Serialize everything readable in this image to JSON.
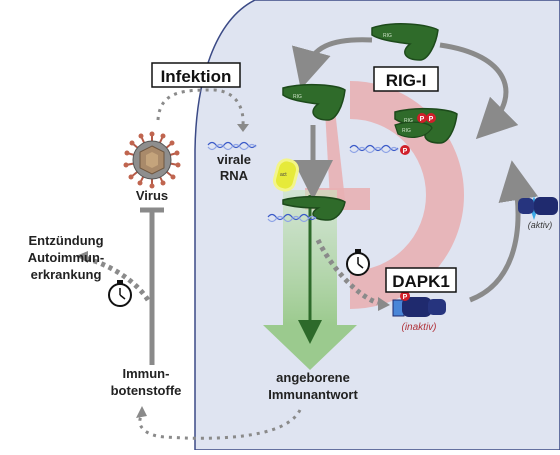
{
  "labels": {
    "infektion": "Infektion",
    "rig_i": "RIG-I",
    "dapk1": "DAPK1",
    "virus": "Virus",
    "virale_rna_1": "virale",
    "virale_rna_2": "RNA",
    "entzuendung_1": "Entzündung",
    "entzuendung_2": "Autoimmun-",
    "entzuendung_3": "erkrankung",
    "immun_1": "Immun-",
    "immun_2": "botenstoffe",
    "antwort_1": "angeborene",
    "antwort_2": "Immunantwort",
    "aktiv": "(aktiv)",
    "inaktiv": "(inaktiv)",
    "phospho": "P",
    "rig_tag": "RIG",
    "act_tag": "act"
  },
  "colors": {
    "cell": "#dfe4f1",
    "cell_border": "#3b4a86",
    "rig_green": "#2f6b2a",
    "pink_cycle": "#e8b0b4",
    "green_arrow": "#a8d29b",
    "grey_arrow": "#8a8a8a",
    "dapk_blue": "#1f2a6e",
    "phospho_red": "#d0202a",
    "inaktiv_red": "#b0323a"
  },
  "icons": [
    "virus-icon",
    "stopwatch-icon",
    "rna-strand-icon",
    "rig-i-protein-icon",
    "dapk1-protein-icon"
  ]
}
